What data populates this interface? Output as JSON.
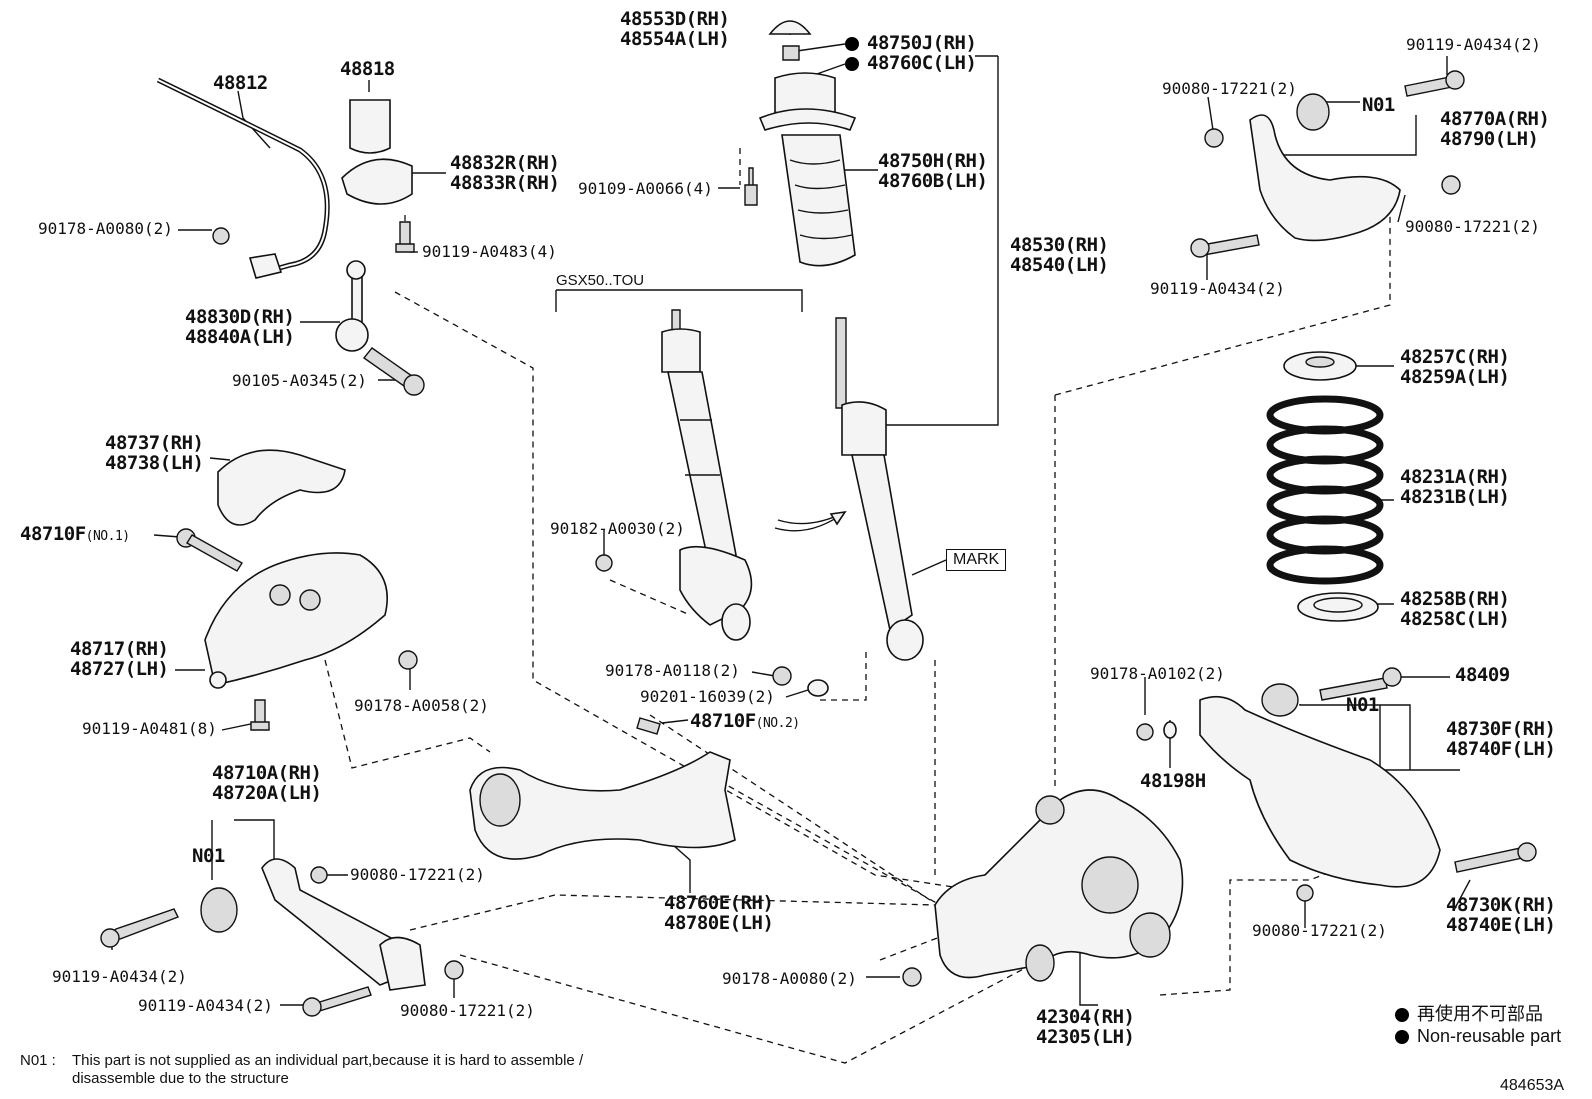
{
  "diagram_code": "484653A",
  "variant_label": "GSX50..TOU",
  "mark_label": "MARK",
  "labels": {
    "p48553": [
      "48553D(RH)",
      "48554A(LH)"
    ],
    "p48750j": [
      "48750J(RH)",
      "48760C(LH)"
    ],
    "p48750h": [
      "48750H(RH)",
      "48760B(LH)"
    ],
    "p90109": "90109-A0066(4)",
    "p48530": [
      "48530(RH)",
      "48540(LH)"
    ],
    "p48812": "48812",
    "p48818": "48818",
    "p48832": [
      "48832R(RH)",
      "48833R(RH)"
    ],
    "p90178_0080a": "90178-A0080(2)",
    "p90119_0483": "90119-A0483(4)",
    "p48830": [
      "48830D(RH)",
      "48840A(LH)"
    ],
    "p90105": "90105-A0345(2)",
    "p48737": [
      "48737(RH)",
      "48738(LH)"
    ],
    "p48710f1": "48710F",
    "p48710f1_sub": "(NO.1)",
    "p48717": [
      "48717(RH)",
      "48727(LH)"
    ],
    "p90178_0058": "90178-A0058(2)",
    "p90119_0481": "90119-A0481(8)",
    "p48710a": [
      "48710A(RH)",
      "48720A(LH)"
    ],
    "n01": "N01",
    "p90080_a": "90080-17221(2)",
    "p90119_0434a": "90119-A0434(2)",
    "p90119_0434b": "90119-A0434(2)",
    "p90080_b": "90080-17221(2)",
    "p90182": "90182-A0030(2)",
    "p90178_0118": "90178-A0118(2)",
    "p90201": "90201-16039(2)",
    "p48710f2": "48710F",
    "p48710f2_sub": "(NO.2)",
    "p48760e": [
      "48760E(RH)",
      "48780E(LH)"
    ],
    "p90178_0080b": "90178-A0080(2)",
    "p42304": [
      "42304(RH)",
      "42305(LH)"
    ],
    "p90119_0434c": "90119-A0434(2)",
    "p90080_c": "90080-17221(2)",
    "p48770": [
      "48770A(RH)",
      "48790(LH)"
    ],
    "p90080_d": "90080-17221(2)",
    "p90119_0434d": "90119-A0434(2)",
    "p48257": [
      "48257C(RH)",
      "48259A(LH)"
    ],
    "p48231": [
      "48231A(RH)",
      "48231B(LH)"
    ],
    "p48258": [
      "48258B(RH)",
      "48258C(LH)"
    ],
    "p90178_0102": "90178-A0102(2)",
    "p48409": "48409",
    "p48730f": [
      "48730F(RH)",
      "48740F(LH)"
    ],
    "p48198": "48198H",
    "p48730k": [
      "48730K(RH)",
      "48740E(LH)"
    ],
    "p90080_e": "90080-17221(2)"
  },
  "legend": {
    "jp": "再使用不可部品",
    "en": "Non-reusable part"
  },
  "footnote": {
    "key": "N01 :",
    "line1": "This part is not supplied as an individual part,because it is hard to assemble /",
    "line2": "disassemble due to the structure"
  }
}
